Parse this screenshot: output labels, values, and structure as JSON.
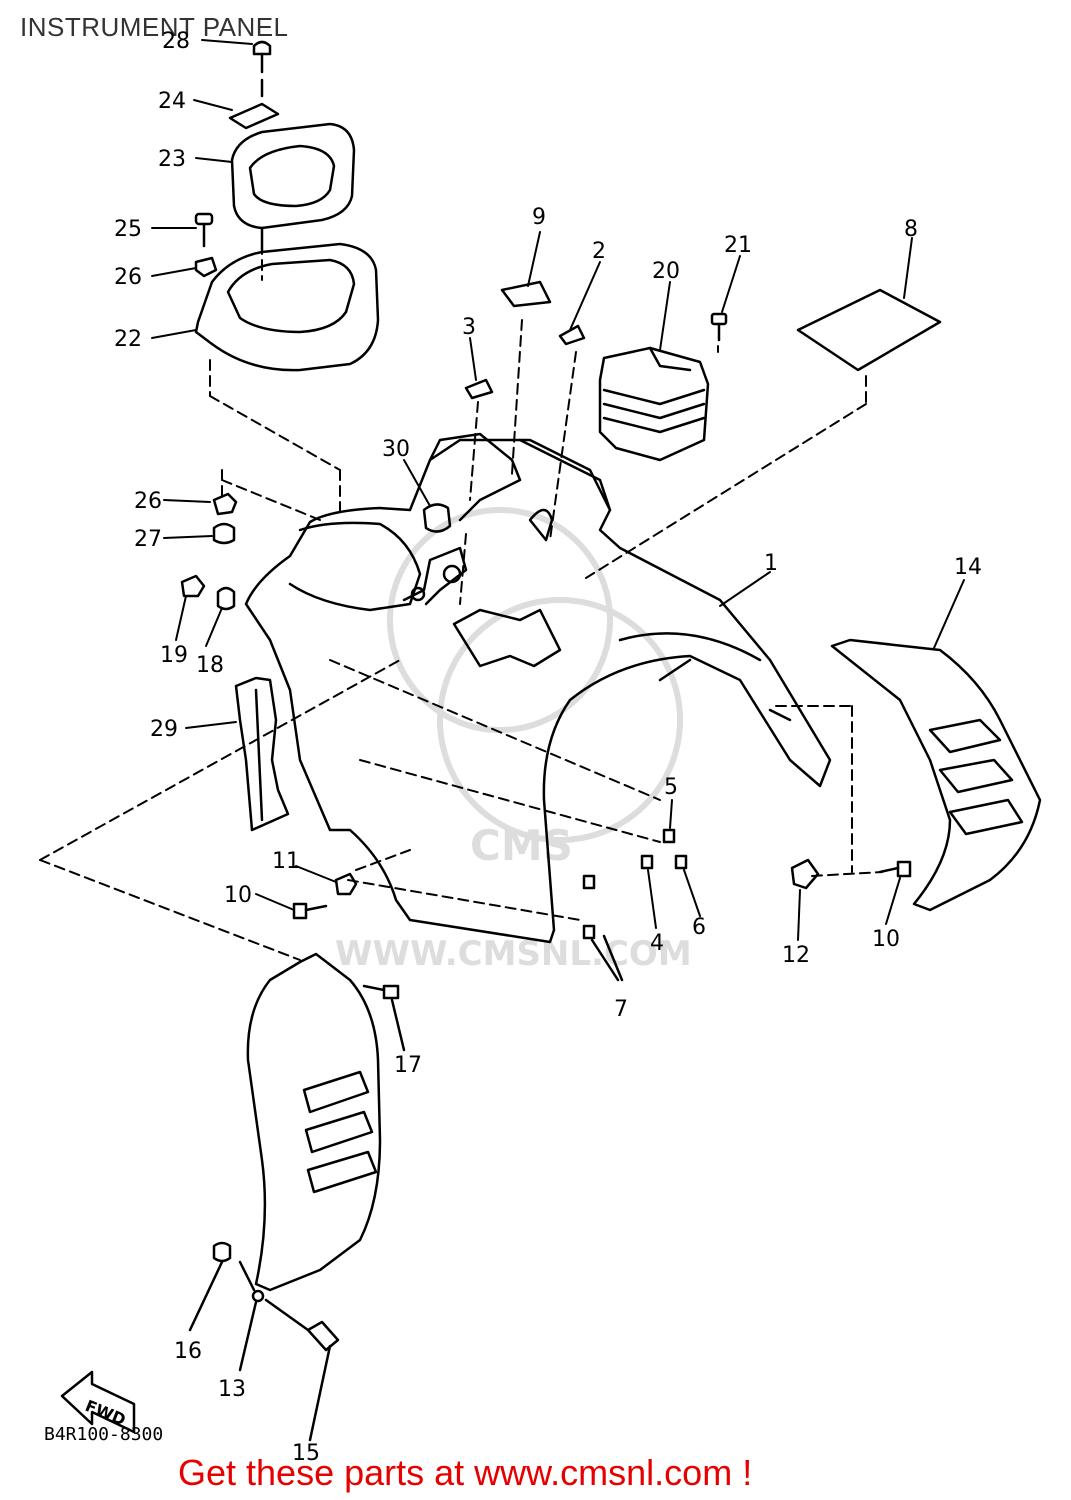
{
  "title": "INSTRUMENT PANEL",
  "footer": "Get these parts at www.cmsnl.com !",
  "drawing_code": "B4R100-8300",
  "watermark": {
    "letters": "CMS",
    "url": "WWW.CMSNL.COM"
  },
  "fwd_label": "FWD",
  "colors": {
    "footer_text": "#e60000",
    "line": "#000000",
    "watermark": "#dddddd"
  },
  "callouts": [
    {
      "id": "c28",
      "label": "28"
    },
    {
      "id": "c24",
      "label": "24"
    },
    {
      "id": "c23",
      "label": "23"
    },
    {
      "id": "c25",
      "label": "25"
    },
    {
      "id": "c26a",
      "label": "26"
    },
    {
      "id": "c22",
      "label": "22"
    },
    {
      "id": "c9",
      "label": "9"
    },
    {
      "id": "c2",
      "label": "2"
    },
    {
      "id": "c20",
      "label": "20"
    },
    {
      "id": "c21",
      "label": "21"
    },
    {
      "id": "c8",
      "label": "8"
    },
    {
      "id": "c3",
      "label": "3"
    },
    {
      "id": "c30",
      "label": "30"
    },
    {
      "id": "c26b",
      "label": "26"
    },
    {
      "id": "c27",
      "label": "27"
    },
    {
      "id": "c19",
      "label": "19"
    },
    {
      "id": "c18",
      "label": "18"
    },
    {
      "id": "c1",
      "label": "1"
    },
    {
      "id": "c14",
      "label": "14"
    },
    {
      "id": "c29",
      "label": "29"
    },
    {
      "id": "c5",
      "label": "5"
    },
    {
      "id": "c11",
      "label": "11"
    },
    {
      "id": "c10a",
      "label": "10"
    },
    {
      "id": "c4",
      "label": "4"
    },
    {
      "id": "c6",
      "label": "6"
    },
    {
      "id": "c12",
      "label": "12"
    },
    {
      "id": "c10b",
      "label": "10"
    },
    {
      "id": "c7",
      "label": "7"
    },
    {
      "id": "c17",
      "label": "17"
    },
    {
      "id": "c16",
      "label": "16"
    },
    {
      "id": "c13",
      "label": "13"
    },
    {
      "id": "c15",
      "label": "15"
    }
  ]
}
